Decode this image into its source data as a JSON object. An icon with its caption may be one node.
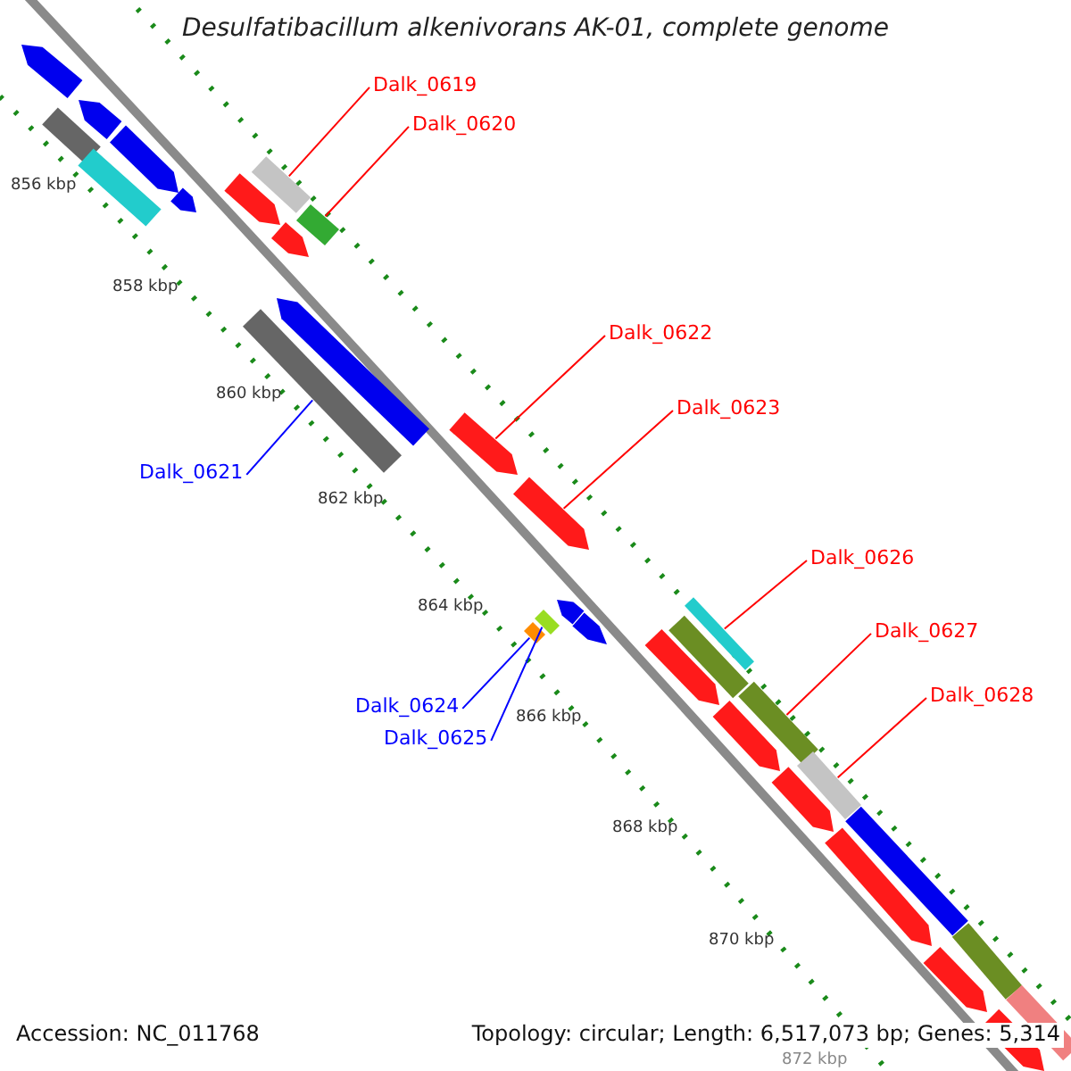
{
  "diagram": {
    "title": "Desulfatibacillum alkenivorans AK-01, complete genome",
    "nodes": [
      {
        "text": [
          "Dalk_0619"
        ]
      },
      {
        "text": [],
        "shape": "box"
      },
      {
        "text": [
          "Dalk_0620"
        ]
      },
      {
        "text": [],
        "shape": "box"
      },
      {
        "text": [
          "Dalk_0621"
        ]
      },
      {
        "text": [],
        "shape": "box"
      },
      {
        "text": [
          "Dalk_0622"
        ]
      },
      {
        "text": [],
        "shape": "arrow"
      },
      {
        "text": [
          "Dalk_0623"
        ]
      },
      {
        "text": [],
        "shape": "arrow"
      },
      {
        "text": [
          "Dalk_0624"
        ]
      },
      {
        "text": [],
        "shape": "box"
      },
      {
        "text": [
          "Dalk_0625"
        ]
      },
      {
        "text": [],
        "shape": "box"
      },
      {
        "text": [
          "Dalk_0626"
        ]
      },
      {
        "text": [],
        "shape": "box"
      },
      {
        "text": [
          "Dalk_0627"
        ]
      },
      {
        "text": [],
        "shape": "box"
      },
      {
        "text": [
          "Dalk_0628"
        ]
      },
      {
        "text": [],
        "shape": "box"
      },
      {
        "text": [],
        "shape": "arrow"
      },
      {
        "text": [],
        "shape": "arrow"
      },
      {
        "text": [],
        "shape": "box"
      },
      {
        "text": [],
        "shape": "arrow"
      },
      {
        "text": [],
        "shape": "box"
      },
      {
        "text": [],
        "shape": "arrow"
      },
      {
        "text": [],
        "shape": "arrow"
      },
      {
        "text": [],
        "shape": "arrow"
      },
      {
        "text": [],
        "shape": "arrow"
      },
      {
        "text": [],
        "shape": "arrow"
      },
      {
        "text": [],
        "shape": "arrow"
      },
      {
        "text": [],
        "shape": "box"
      },
      {
        "text": [],
        "shape": "arrow"
      },
      {
        "text": [],
        "shape": "arrow"
      },
      {
        "text": [],
        "shape": "arrow"
      },
      {
        "text": [],
        "shape": "arrow"
      },
      {
        "text": [],
        "shape": "box"
      },
      {
        "text": [],
        "shape": "box"
      },
      {
        "text": [],
        "shape": "box"
      },
      {
        "text": [],
        "shape": "arrow"
      },
      {
        "text": [],
        "shape": "arrow"
      }
    ],
    "edges": [
      {
        "from": 0,
        "to": 1,
        "arrow": "none"
      },
      {
        "from": 2,
        "to": 3,
        "arrow": "none"
      },
      {
        "from": 4,
        "to": 5,
        "arrow": "none",
        "color": "#0000ff"
      },
      {
        "from": 6,
        "to": 7,
        "arrow": "none"
      },
      {
        "from": 8,
        "to": 9,
        "arrow": "none"
      },
      {
        "from": 10,
        "to": 11,
        "arrow": "none",
        "color": "#0000ff"
      },
      {
        "from": 12,
        "to": 13,
        "arrow": "none",
        "color": "#0000ff"
      },
      {
        "from": 14,
        "to": 15,
        "arrow": "none"
      },
      {
        "from": 16,
        "to": 17,
        "arrow": "none"
      },
      {
        "from": 18,
        "to": 19,
        "arrow": "none"
      }
    ],
    "labels": [
      "856 kbp",
      "858 kbp",
      "860 kbp",
      "862 kbp",
      "864 kbp",
      "866 kbp",
      "868 kbp",
      "870 kbp",
      "872 kbp",
      "Accession: NC_011768",
      "Topology: circular; Length: 6,517,073 bp; Genes: 5,314"
    ]
  }
}
